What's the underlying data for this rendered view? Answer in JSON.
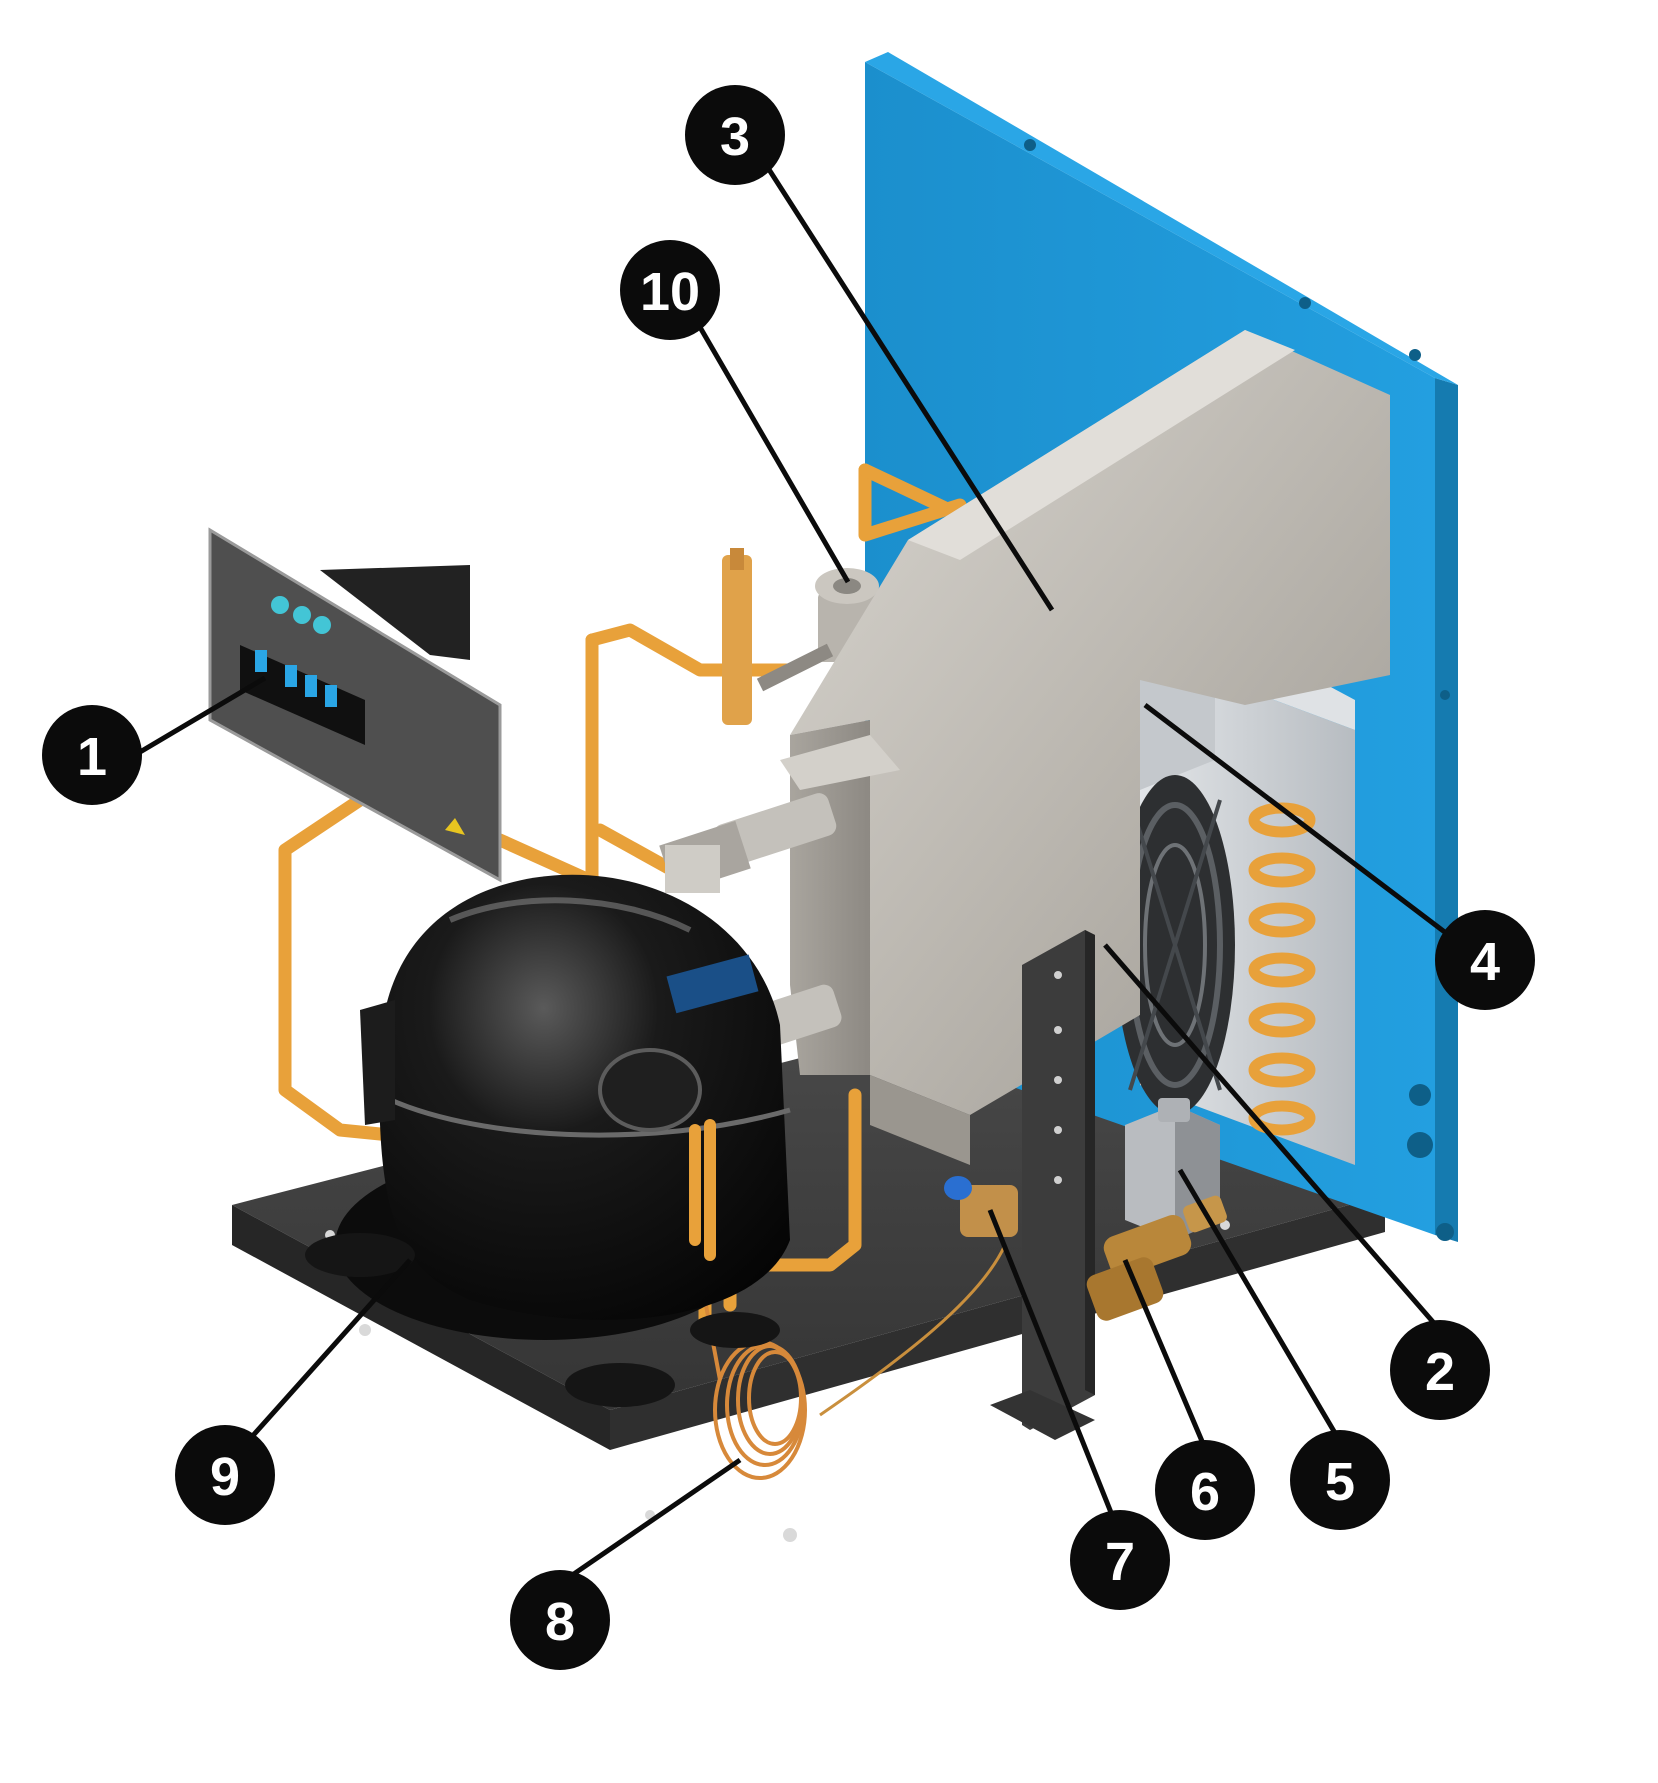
{
  "colors": {
    "panel_blue": "#1f95d2",
    "panel_blue_dark": "#157bb0",
    "base_plate": "#3f3f3f",
    "base_plate_dark": "#2a2a2a",
    "copper": "#e8a13a",
    "copper_dark": "#c57f1f",
    "heat_exchanger": "#b9b6b0",
    "heat_exchanger_light": "#d6d3cd",
    "compressor": "#141414",
    "condenser_frame": "#c9cdd2",
    "brass": "#b9873a",
    "controller_face": "#4a4a4a",
    "callout": "#0b0b0b"
  },
  "components": [
    {
      "label": "1",
      "icon": "controller-panel"
    },
    {
      "label": "2",
      "icon": "condenser-fan"
    },
    {
      "label": "3",
      "icon": "heat-exchanger"
    },
    {
      "label": "4",
      "icon": "condenser-coil"
    },
    {
      "label": "5",
      "icon": "solenoid-valve"
    },
    {
      "label": "6",
      "icon": "brass-drain-valve"
    },
    {
      "label": "7",
      "icon": "inlet-fitting"
    },
    {
      "label": "8",
      "icon": "capillary-tube"
    },
    {
      "label": "9",
      "icon": "compressor"
    },
    {
      "label": "10",
      "icon": "hot-gas-bypass-valve"
    }
  ]
}
